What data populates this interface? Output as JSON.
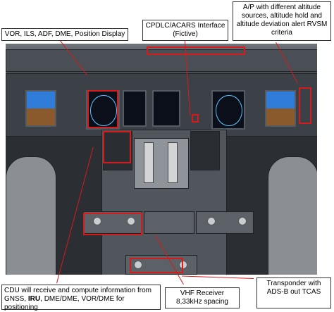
{
  "labels": {
    "position_display": "VOR, ILS, ADF, DME, Position Display",
    "cpdlc": "CPDLC/ACARS Interface (Fictive)",
    "autopilot": "A/P with different altitude sources, altitude hold and altitude deviation alert RVSM criteria",
    "cdu_prefix": "CDU will receive and compute information from GNSS, ",
    "cdu_iru": "IRU",
    "cdu_suffix": ", DME/DME, VOR/DME for positioning",
    "vhf": "VHF Receiver 8,33kHz spacing",
    "transponder": "Transponder with ADS-B out TCAS"
  },
  "colors": {
    "highlight": "#d51b1b",
    "panel": "#3c4147",
    "screen": "#0b0f1a"
  }
}
